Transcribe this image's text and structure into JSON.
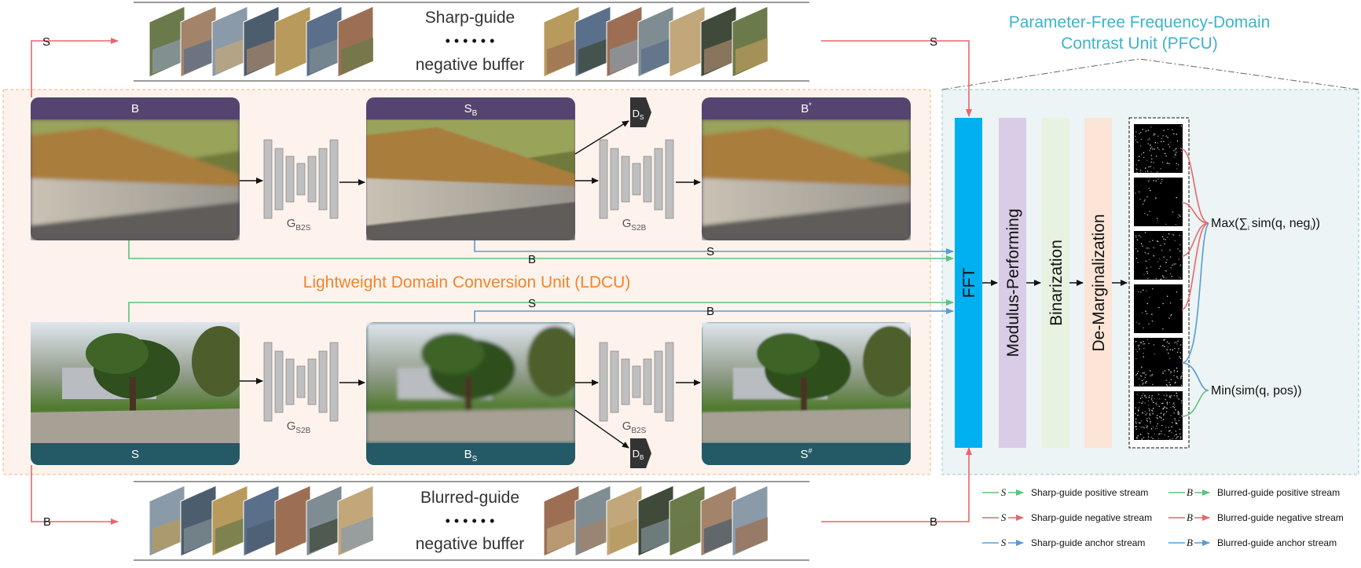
{
  "ldcu": {
    "title": "Lightweight Domain Conversion Unit (LDCU)",
    "top": {
      "input": "B",
      "generator1": {
        "main": "G",
        "sub": "B2S"
      },
      "mid": {
        "main": "S",
        "sub": "B"
      },
      "discriminator": {
        "main": "D",
        "sub": "S"
      },
      "generator2": {
        "main": "G",
        "sub": "S2B"
      },
      "output": {
        "main": "B",
        "sup": "*"
      }
    },
    "bottom": {
      "input": "S",
      "generator1": {
        "main": "G",
        "sub": "S2B"
      },
      "mid": {
        "main": "B",
        "sub": "S"
      },
      "discriminator": {
        "main": "D",
        "sub": "B"
      },
      "generator2": {
        "main": "G",
        "sub": "B2S"
      },
      "output": {
        "main": "S",
        "sup": "#"
      }
    }
  },
  "buffers": {
    "sharp": {
      "line1": "Sharp-guide",
      "dots": "• • • • • •",
      "line2": "negative buffer"
    },
    "blurred": {
      "line1": "Blurred-guide",
      "dots": "• • • • • •",
      "line2": "negative buffer"
    }
  },
  "stream_labels": {
    "s": "S",
    "b": "B"
  },
  "pfcu": {
    "title_line1": "Parameter-Free Frequency-Domain",
    "title_line2": "Contrast Unit (PFCU)",
    "blocks": [
      "FFT",
      "Modulus-Performing",
      "Binarization",
      "De-Marginalization"
    ],
    "max_label": "Max(∑",
    "max_sub": "i",
    "max_rest": "sim(q, neg",
    "max_sub2": "i",
    "max_end": "))",
    "min_label": "Min(sim(q, pos))"
  },
  "legend": [
    {
      "glyph": "S",
      "label": "Sharp-guide positive stream",
      "color": "#5cc27c"
    },
    {
      "glyph": "B",
      "label": "Blurred-guide positive stream",
      "color": "#5cc27c"
    },
    {
      "glyph": "S",
      "label": "Sharp-guide negative stream",
      "color": "#e8666b"
    },
    {
      "glyph": "B",
      "label": "Blurred-guide negative stream",
      "color": "#e8666b"
    },
    {
      "glyph": "S",
      "label": "Sharp-guide anchor stream",
      "color": "#5b9bd0"
    },
    {
      "glyph": "B",
      "label": "Blurred-guide anchor stream",
      "color": "#5b9bd0"
    }
  ],
  "colors": {
    "positive": "#5cc27c",
    "negative": "#e8666b",
    "anchor": "#5b9bd0",
    "ldcu_fill": "#fdf3ec",
    "ldcu_border": "#f4b183",
    "ldcu_title": "#f0852d",
    "pfcu_fill": "#ecf4f5",
    "pfcu_border": "#8ec8d5",
    "pfcu_title": "#3fb3c8",
    "top_header": "#554470",
    "bottom_header": "#245966",
    "fft": "#00b0f0",
    "modulus": "#d9cce6",
    "binarization": "#e8f2e0",
    "demarg": "#fce4d6"
  }
}
